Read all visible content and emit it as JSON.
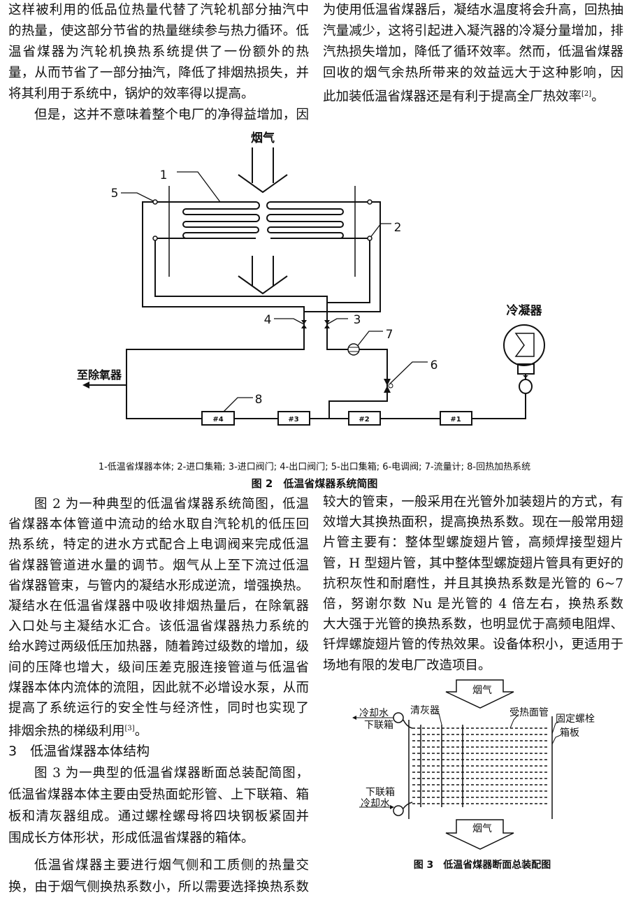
{
  "top_left_lines": [
    "这样被利用的低品位热量代替了汽轮机部分抽汽中",
    "的热量，使这部分节省的热量继续参与热力循环。低",
    "温省煤器为汽轮机换热系统提供了一份额外的热",
    "量，从而节省了一部分抽汽，降低了排烟热损失，并",
    "将其利用于系统中，锅炉的效率得以提高。",
    "但是，这并不意味着整个电厂的净得益增加，因"
  ],
  "top_right_lines": [
    "为使用低温省煤器后，凝结水温度将会升高，回热抽",
    "汽量减少，这将引起进入凝汽器的冷凝分量增加，排",
    "汽热损失增加，降低了循环效率。然而，低温省煤器",
    "回收的烟气余热所带来的效益远大于这种影响，因",
    "此加装低温省煤器还是有利于提高全厂热效率",
    "[2]",
    "。"
  ],
  "figure2": {
    "flue_gas": "烟气",
    "condenser": "冷凝器",
    "to_deaerator": "至除氧器",
    "callouts": [
      "1",
      "2",
      "3",
      "4",
      "5",
      "6",
      "7",
      "8"
    ],
    "heaters": [
      "#4",
      "#3",
      "#2",
      "#1"
    ],
    "legend": "1-低温省煤器本体; 2-进口集箱; 3-进口阀门; 4-出口阀门; 5-出口集箱; 6-电调阀; 7-流量计; 8-回热加热系统",
    "caption": "图 2　低温省煤器系统简图"
  },
  "lower_left": {
    "para1": [
      "图 2 为一种典型的低温省煤器系统简图，低温",
      "省煤器本体管道中流动的给水取自汽轮机的低压回",
      "热系统，特定的进水方式配合上电调阀来完成低温",
      "省煤器管道进水量的调节。烟气从上至下流过低温",
      "省煤器管束，与管内的凝结水形成逆流，增强换热。",
      "凝结水在低温省煤器中吸收排烟热量后，在除氧器",
      "入口处与主凝结水汇合。该低温省煤器热力系统的",
      "给水跨过两级低压加热器，随着跨过级数的增加，级",
      "间的压降也增大，级间压差克服连接管道与低温省",
      "煤器本体内流体的流阻，因此就不必增设水泵，从而",
      "提高了系统运行的安全性与经济性，同时也实现了",
      "排烟余热的梯级利用"
    ],
    "para1_ref": "[3]",
    "para1_end": "。",
    "heading": "3　低温省煤器本体结构",
    "para2": [
      "图 3 为一典型的低温省煤器断面总装配简图，",
      "低温省煤器本体主要由受热面蛇形管、上下联箱、箱",
      "板和清灰器组成。通过螺栓螺母将四块钢板紧固并",
      "围成长方体形状，形成低温省煤器的箱体。"
    ],
    "para3": [
      "低温省煤器主要进行烟气侧和工质侧的热量交",
      "换，由于烟气侧换热系数小，所以需要选择换热系数"
    ]
  },
  "lower_right_lines": [
    "较大的管束，一般采用在光管外加装翅片的方式，有",
    "效增大其换热面积，提高换热系数。现在一般常用翅",
    "片管主要有：整体型螺旋翅片管，高频焊接型翅片",
    "管，H 型翅片管，其中整体型螺旋翅片管具有更好的",
    "抗积灰性和耐磨性，并且其换热系数是光管的 6~7",
    "倍，努谢尔数 Nu 是光管的 4 倍左右，换热系数",
    "大大强于光管的换热系数，也明显优于高频电阻焊、",
    "钎焊螺旋翅片管的传热效果。设备体积小，更适用于",
    "场地有限的发电厂改造项目。"
  ],
  "figure3": {
    "flue_gas_in": "烟气",
    "flue_gas_out": "烟气",
    "labels": {
      "cooling_water_top": "冷却水",
      "lower_header_top": "下联箱",
      "soot_blower": "清灰器",
      "heating_tubes": "受热面管",
      "fixing_bolt": "固定螺栓",
      "box_plate": "箱板",
      "lower_header_bottom": "下联箱",
      "cooling_water_bottom": "冷却水"
    },
    "caption": "图 3　低温省煤器断面总装配图"
  }
}
